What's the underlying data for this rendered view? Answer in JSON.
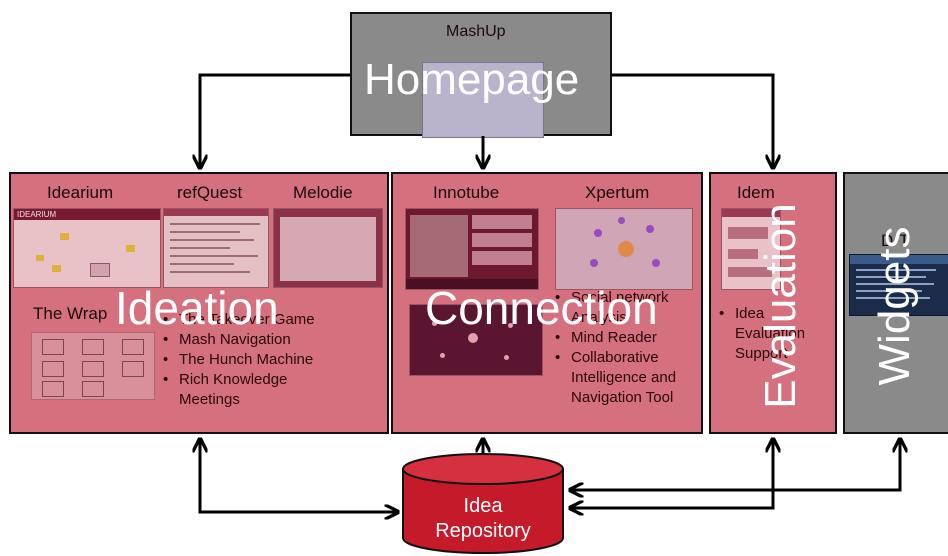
{
  "mashup": {
    "caption": "MashUp",
    "title": "Homepage"
  },
  "ideation": {
    "title": "Ideation",
    "tools": [
      "Idearium",
      "refQuest",
      "Melodie"
    ],
    "the_wrap": "The Wrap",
    "logo_text": "IDEARIUM",
    "items": [
      "The Takeover Game",
      "Mash Navigation",
      "The Hunch Machine",
      "Rich Knowledge Meetings"
    ]
  },
  "connection": {
    "title": "Connection",
    "tools": [
      "Innotube",
      "Xpertum"
    ],
    "items": [
      "Social network Analysis",
      "Mind Reader",
      "Collaborative Intelligence and Navigation Tool"
    ]
  },
  "evaluation": {
    "title": "Evaluation",
    "tool": "Idem",
    "items": [
      "Idea Evaluation Support"
    ]
  },
  "widgets": {
    "title": "Widgets",
    "tool": "D-T"
  },
  "repository": {
    "line1": "Idea",
    "line2": "Repository"
  },
  "colors": {
    "pink": "#d5707e",
    "gray": "#8a8a8a",
    "cylinder": "#c41a2a",
    "arrow": "#000000"
  }
}
